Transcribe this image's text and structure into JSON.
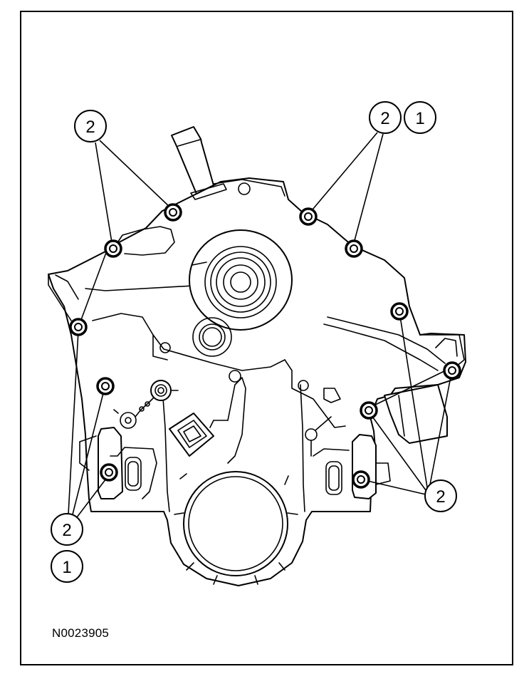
{
  "figure": {
    "reference_code": "N0023905"
  },
  "callouts": [
    {
      "id": "c1",
      "label": "2"
    },
    {
      "id": "c2",
      "label": "2"
    },
    {
      "id": "c3",
      "label": "1"
    },
    {
      "id": "c4",
      "label": "2"
    },
    {
      "id": "c5",
      "label": "2"
    },
    {
      "id": "c6",
      "label": "1"
    }
  ],
  "colors": {
    "line": "#000000",
    "background": "#ffffff"
  }
}
